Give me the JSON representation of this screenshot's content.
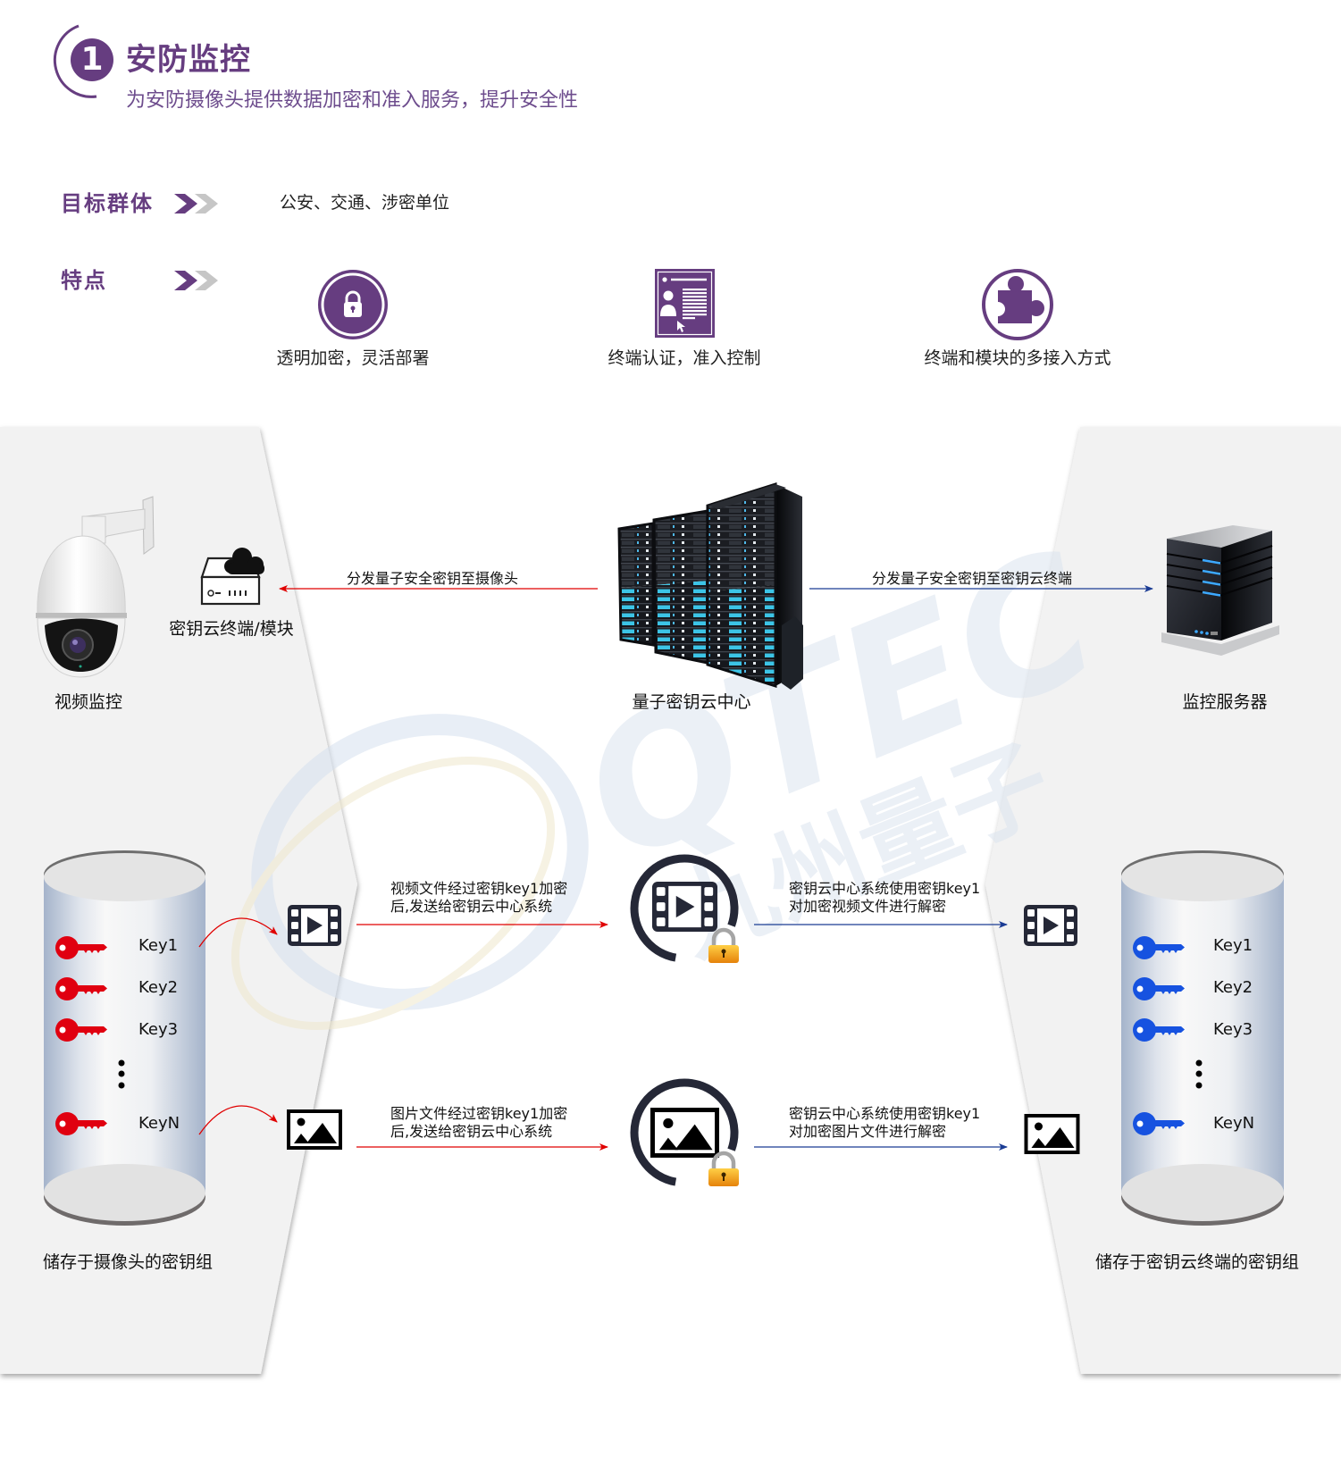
{
  "header": {
    "number": "1",
    "title": "安防监控",
    "subtitle": "为安防摄像头提供数据加密和准入服务，提升安全性"
  },
  "target": {
    "label": "目标群体",
    "arrow_icon": "double-chevron-icon",
    "value": "公安、交通、涉密单位"
  },
  "features": {
    "label": "特点",
    "arrow_icon": "double-chevron-icon",
    "items": [
      {
        "icon": "lock-icon",
        "label": "透明加密，灵活部署"
      },
      {
        "icon": "id-card-icon",
        "label": "终端认证，准入控制"
      },
      {
        "icon": "puzzle-icon",
        "label": "终端和模块的多接入方式"
      }
    ]
  },
  "diagram": {
    "camera": {
      "icon": "camera-icon",
      "label": "视频监控"
    },
    "terminal": {
      "icon": "cloud-terminal-icon",
      "label": "密钥云终端/模块"
    },
    "center": {
      "icon": "server-rack-icon",
      "label": "量子密钥云中心"
    },
    "server": {
      "icon": "server-icon",
      "label": "监控服务器"
    },
    "arrow_to_camera": "分发量子安全密钥至摄像头",
    "arrow_to_terminal": "分发量子安全密钥至密钥云终端",
    "left_keys": {
      "icon": "key-icon",
      "items": [
        "Key1",
        "Key2",
        "Key3",
        "KeyN"
      ],
      "caption": "储存于摄像头的密钥组"
    },
    "right_keys": {
      "icon": "key-icon",
      "items": [
        "Key1",
        "Key2",
        "Key3",
        "KeyN"
      ],
      "caption": "储存于密钥云终端的密钥组"
    },
    "video_flow": {
      "file_icon": "video-file-icon",
      "encrypt": [
        "视频文件经过密钥key1加密",
        "后,发送给密钥云中心系统"
      ],
      "decrypt": [
        "密钥云中心系统使用密钥key1",
        "对加密视频文件进行解密"
      ]
    },
    "image_flow": {
      "file_icon": "image-file-icon",
      "encrypt": [
        "图片文件经过密钥key1加密",
        "后,发送给密钥云中心系统"
      ],
      "decrypt": [
        "密钥云中心系统使用密钥key1",
        "对加密图片文件进行解密"
      ]
    }
  },
  "watermark": {
    "brand": "QTEC",
    "name": "九州量子"
  },
  "colors": {
    "purple": "#663d80",
    "purple-light": "#6d4c8d",
    "red": "#e00000",
    "blue": "#1b3c94",
    "key-blue": "#1652e0",
    "panel": "#f2f2f2",
    "text": "#111111"
  }
}
